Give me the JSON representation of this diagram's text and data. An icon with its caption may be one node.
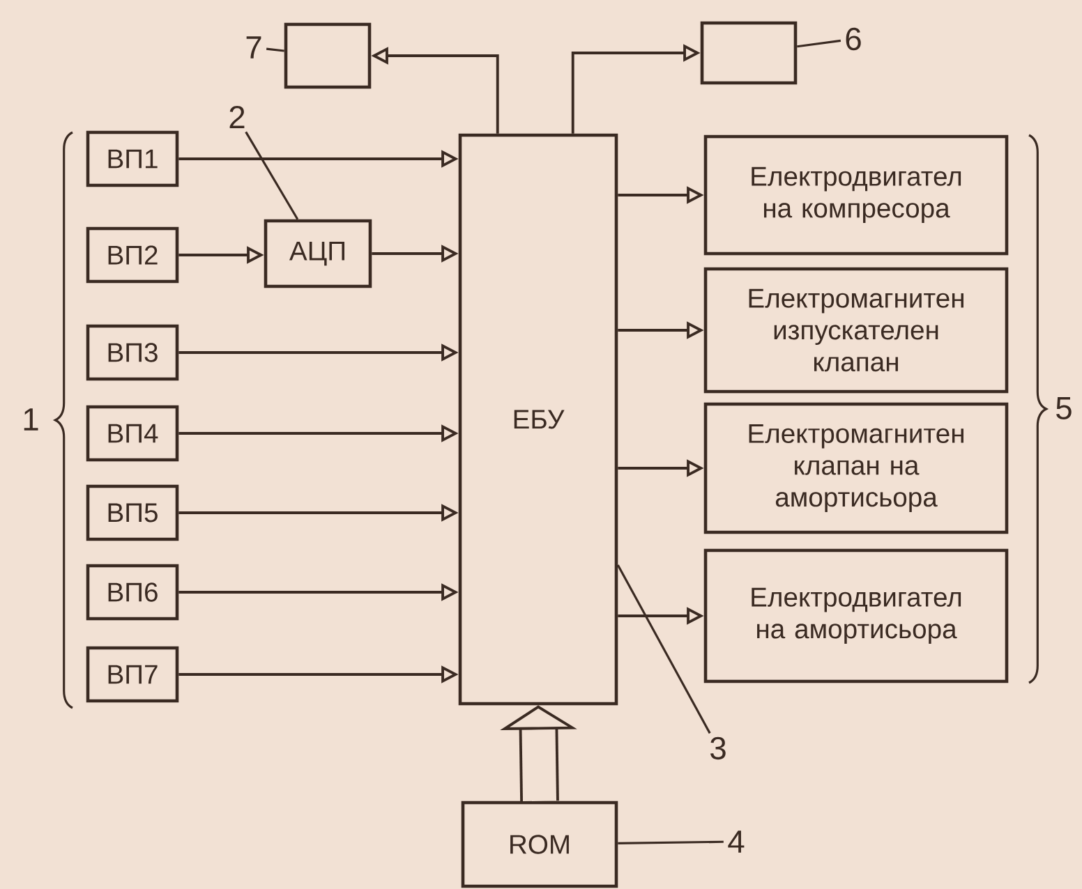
{
  "diagram": {
    "nodes": [
      {
        "text": [
          "7"
        ]
      },
      {
        "text": [],
        "shape": "box"
      },
      {
        "text": [],
        "shape": "box"
      },
      {
        "text": [
          "6"
        ]
      },
      {
        "text": [
          "2"
        ]
      },
      {
        "text": [
          "ВП1"
        ]
      },
      {
        "text": [
          "ЕБУ"
        ]
      },
      {
        "text": [
          "Електродвигател на компресора"
        ]
      },
      {
        "text": [
          "ВП2"
        ]
      },
      {
        "text": [
          "АЦП"
        ]
      },
      {
        "text": [
          "Електромагнитен изпускателен клапан"
        ]
      },
      {
        "text": [
          "ВП3"
        ]
      },
      {
        "text": [
          "ВП4"
        ]
      },
      {
        "text": [
          "Електромагнитен клапан на амортисьора"
        ]
      },
      {
        "text": [
          "ВП5"
        ]
      },
      {
        "text": [
          "ВП6"
        ]
      },
      {
        "text": [
          "Електродвигател на амортисьора"
        ]
      },
      {
        "text": [
          "ВП7"
        ]
      },
      {
        "text": [
          "3"
        ]
      },
      {
        "text": [
          "ROM"
        ]
      },
      {
        "text": [
          "4"
        ]
      }
    ],
    "edges": [
      {
        "from": 0,
        "to": 1,
        "arrow": "none"
      },
      {
        "from": 3,
        "to": 2,
        "arrow": "none"
      },
      {
        "from": 4,
        "to": 9,
        "arrow": "none"
      },
      {
        "from": 18,
        "to": 6,
        "arrow": "none"
      },
      {
        "from": 20,
        "to": 19,
        "arrow": "none"
      },
      {
        "from": 6,
        "to": 1,
        "arrow": "to"
      },
      {
        "from": 6,
        "to": 2,
        "arrow": "to"
      },
      {
        "from": 5,
        "to": 6,
        "arrow": "to"
      },
      {
        "from": 8,
        "to": 9,
        "arrow": "to"
      },
      {
        "from": 9,
        "to": 6,
        "arrow": "to"
      },
      {
        "from": 11,
        "to": 6,
        "arrow": "to"
      },
      {
        "from": 12,
        "to": 6,
        "arrow": "to"
      },
      {
        "from": 14,
        "to": 6,
        "arrow": "to"
      },
      {
        "from": 15,
        "to": 6,
        "arrow": "to"
      },
      {
        "from": 17,
        "to": 6,
        "arrow": "to"
      },
      {
        "from": 6,
        "to": 7,
        "arrow": "to"
      },
      {
        "from": 6,
        "to": 10,
        "arrow": "to"
      },
      {
        "from": 6,
        "to": 13,
        "arrow": "to"
      },
      {
        "from": 6,
        "to": 16,
        "arrow": "to"
      },
      {
        "from": 19,
        "to": 6,
        "arrow": "to",
        "style": "thick"
      }
    ],
    "labels": [
      "1",
      "5"
    ]
  }
}
